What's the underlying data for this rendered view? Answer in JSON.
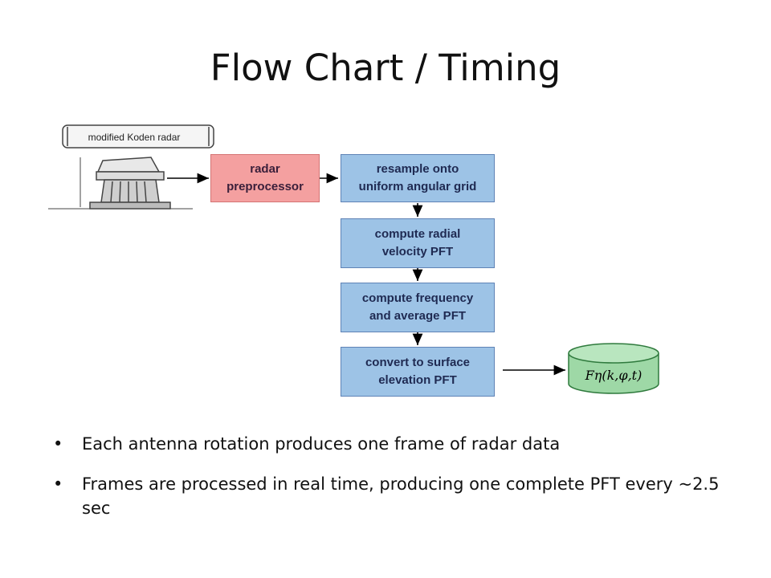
{
  "slide": {
    "title": "Flow Chart / Timing"
  },
  "diagram": {
    "radar_label": "modified Koden radar",
    "boxes": {
      "preprocessor": "radar\npreprocessor",
      "resample": "resample onto\nuniform angular grid",
      "radial": "compute radial\nvelocity PFT",
      "frequency": "compute frequency\nand average PFT",
      "surface": "convert to surface\nelevation PFT"
    },
    "output_formula": "Fη(k,φ,t)"
  },
  "bullets": [
    "Each antenna rotation produces one frame of radar data",
    "Frames are processed in real time, producing one complete PFT every ~2.5 sec"
  ],
  "colors": {
    "box_blue": "#9dc3e6",
    "box_pink": "#f4a0a0",
    "cylinder_green": "#9ed8a6"
  }
}
